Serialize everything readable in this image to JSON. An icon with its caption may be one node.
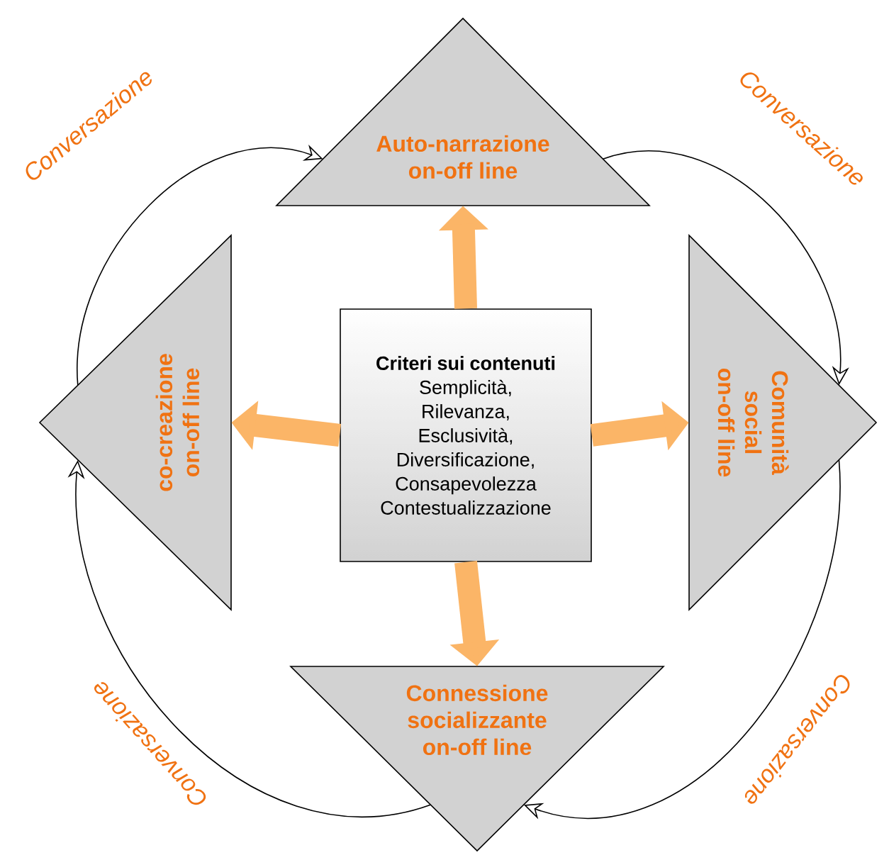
{
  "diagram": {
    "nodes": [
      {
        "text": [
          "Auto-narrazione on-off line"
        ]
      },
      {
        "text": [
          "co-creazione on-off line"
        ]
      },
      {
        "text": [
          "Criteri sui contenuti",
          "Semplicità, Rilevanza, Esclusività, Diversificazione, Consapevolezza Contestualizzazione"
        ]
      },
      {
        "text": [
          "Comunità social on-off line"
        ]
      },
      {
        "text": [
          "Connessione socializzante on-off line"
        ]
      }
    ],
    "edges": [
      {
        "from": 2,
        "to": 0,
        "arrow": "to",
        "style": "thick",
        "color": "#fbb567"
      },
      {
        "from": 2,
        "to": 1,
        "arrow": "to",
        "style": "thick",
        "color": "#fbb567"
      },
      {
        "from": 2,
        "to": 3,
        "arrow": "to",
        "style": "thick",
        "color": "#fbb567"
      },
      {
        "from": 2,
        "to": 4,
        "arrow": "to",
        "style": "thick",
        "color": "#fbb567"
      },
      {
        "from": 1,
        "to": 0,
        "arrow": "to",
        "label": "Conversazione",
        "color": "#000000"
      },
      {
        "from": 0,
        "to": 3,
        "arrow": "to",
        "label": "Conversazione",
        "color": "#000000"
      },
      {
        "from": 3,
        "to": 4,
        "arrow": "to",
        "label": "Conversazione",
        "color": "#000000"
      },
      {
        "from": 4,
        "to": 1,
        "arrow": "to",
        "label": "Conversazione",
        "color": "#000000"
      }
    ]
  }
}
